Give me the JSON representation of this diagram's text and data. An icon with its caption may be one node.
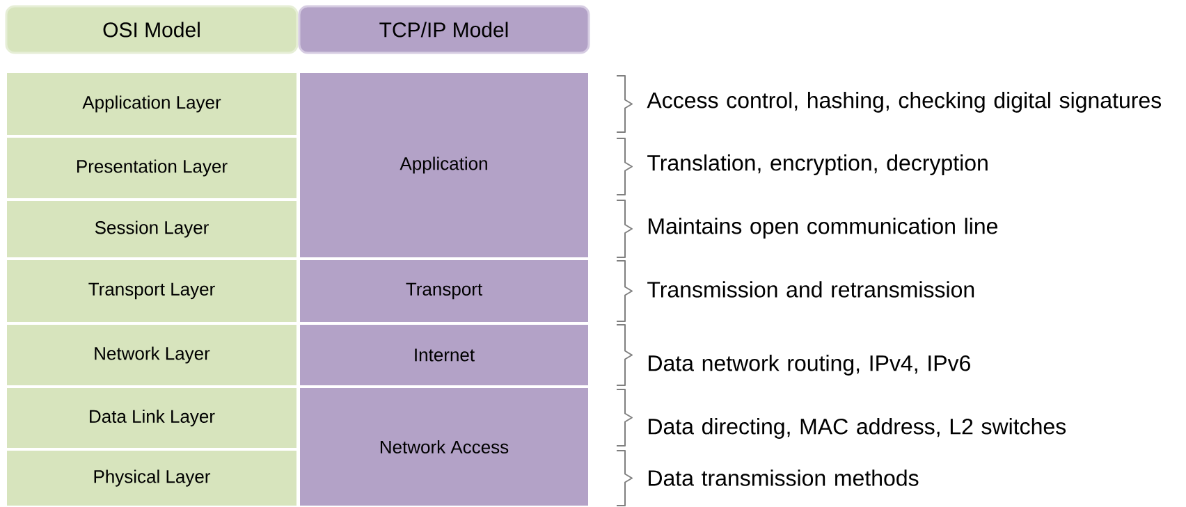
{
  "diagram": {
    "nodes": [
      {
        "text": [
          "OSI Model"
        ]
      },
      {
        "text": [
          "TCP/IP Model"
        ]
      },
      {
        "text": [
          "Application Layer"
        ]
      },
      {
        "text": [
          "Presentation Layer"
        ]
      },
      {
        "text": [
          "Session Layer"
        ]
      },
      {
        "text": [
          "Transport Layer"
        ]
      },
      {
        "text": [
          "Network Layer"
        ]
      },
      {
        "text": [
          "Data Link Layer"
        ]
      },
      {
        "text": [
          "Physical Layer"
        ]
      },
      {
        "text": [
          "Application"
        ]
      },
      {
        "text": [
          "Transport"
        ]
      },
      {
        "text": [
          "Internet"
        ]
      },
      {
        "text": [
          "Network Access"
        ]
      }
    ],
    "labels": [
      "Access control, hashing, checking digital signatures",
      "Translation, encryption, decryption",
      "Maintains open communication line",
      "Transmission and retransmission",
      "Data network routing, IPv4, IPv6",
      "Data directing, MAC address, L2 switches",
      "Data transmission methods"
    ]
  }
}
